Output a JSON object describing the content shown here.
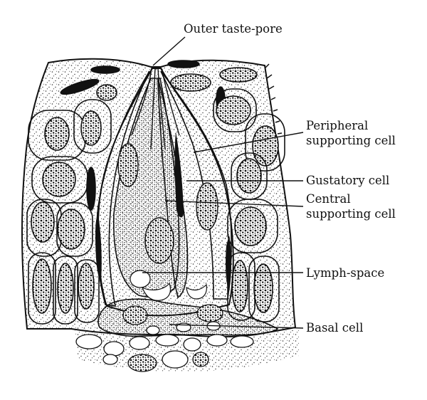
{
  "figure": {
    "title": "",
    "labels": {
      "outer_taste_pore": "Outer taste-pore",
      "peripheral_line1": "Peripheral",
      "peripheral_line2": "supporting cell",
      "gustatory_cell": "Gustatory cell",
      "central_line1": "Central",
      "central_line2": "supporting cell",
      "lymph_space": "Lymph-space",
      "basal_cell": "Basal cell"
    },
    "colors": {
      "ink": "#111111",
      "background": "#ffffff"
    }
  }
}
